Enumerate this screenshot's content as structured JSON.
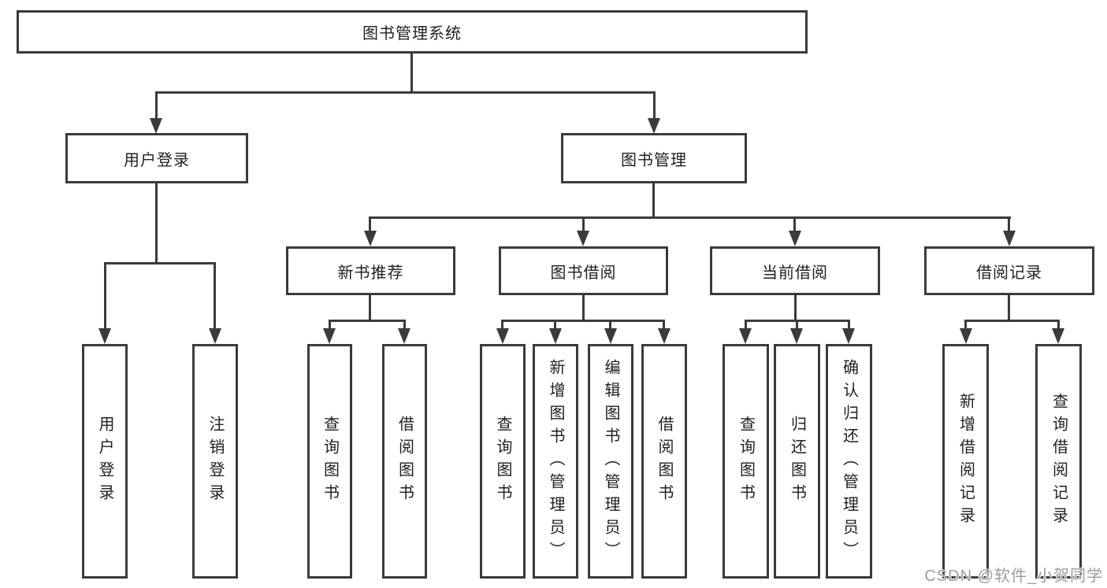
{
  "diagram": {
    "title": "图书管理系统",
    "root": {
      "label": "图书管理系统"
    },
    "level2": {
      "user_login": {
        "label": "用户登录",
        "children": [
          "用户登录",
          "注销登录"
        ]
      },
      "book_mgmt": {
        "label": "图书管理",
        "children": {
          "new_books": {
            "label": "新书推荐",
            "children": [
              "查询图书",
              "借阅图书"
            ]
          },
          "borrowing": {
            "label": "图书借阅",
            "children": [
              "查询图书",
              "新增图书（管理员）",
              "编辑图书（管理员）",
              "借阅图书"
            ]
          },
          "current": {
            "label": "当前借阅",
            "children": [
              "查询图书",
              "归还图书",
              "确认归还（管理员）"
            ]
          },
          "records": {
            "label": "借阅记录",
            "children": [
              "新增借阅记录",
              "查询借阅记录"
            ]
          }
        }
      }
    }
  },
  "watermark": {
    "text": "CSDN @软件_小贺同学",
    "color": "#9c9c9c"
  },
  "colors": {
    "line": "#3b3b3b",
    "text": "#1f1f1f",
    "background": "#ffffff"
  }
}
